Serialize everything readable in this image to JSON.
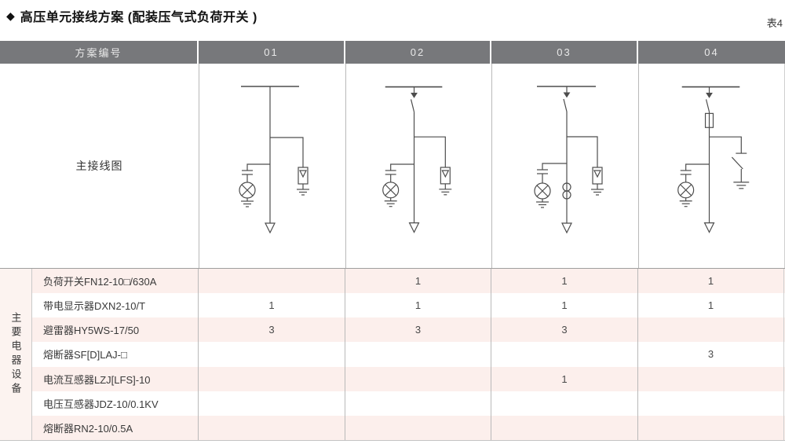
{
  "page": {
    "title_bullet": "◆",
    "title": "高压单元接线方案 (配装压气式负荷开关 )",
    "table_tag": "表4"
  },
  "table": {
    "header": {
      "scheme_label": "方案编号",
      "columns": [
        "01",
        "02",
        "03",
        "04"
      ]
    },
    "diagram_label": "主接线图",
    "group_label": "主要电器设备",
    "rows": [
      {
        "label": "负荷开关FN12-10□/630A",
        "values": [
          "",
          "1",
          "1",
          "1"
        ]
      },
      {
        "label": "带电显示器DXN2-10/T",
        "values": [
          "1",
          "1",
          "1",
          "1"
        ]
      },
      {
        "label": "避雷器HY5WS-17/50",
        "values": [
          "3",
          "3",
          "3",
          ""
        ]
      },
      {
        "label": "熔断器SF[D]LAJ-□",
        "values": [
          "",
          "",
          "",
          "3"
        ]
      },
      {
        "label": "电流互感器LZJ[LFS]-10",
        "values": [
          "",
          "",
          "1",
          ""
        ]
      },
      {
        "label": "电压互感器JDZ-10/0.1KV",
        "values": [
          "",
          "",
          "",
          ""
        ]
      },
      {
        "label": "熔断器RN2-10/0.5A",
        "values": [
          "",
          "",
          "",
          ""
        ]
      }
    ],
    "colors": {
      "header_bg": "#77787b",
      "header_text": "#e9e9e9",
      "row_highlight": "#fcefec",
      "grid_line": "#b9b9b9",
      "diagram_stroke": "#4d4d4d"
    }
  }
}
